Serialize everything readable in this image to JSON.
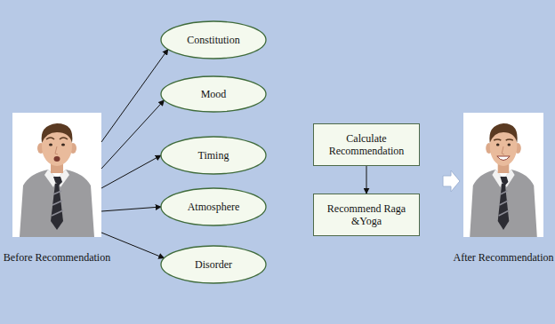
{
  "diagram": {
    "nodes": [
      {
        "text": [
          "Before Recommendation"
        ]
      },
      {
        "text": [
          "Constitution"
        ]
      },
      {
        "text": [
          "Mood"
        ]
      },
      {
        "text": [
          "Timing"
        ]
      },
      {
        "text": [
          "Atmosphere"
        ]
      },
      {
        "text": [
          "Disorder"
        ]
      },
      {
        "text": [
          "Calculate Recommendation"
        ]
      },
      {
        "text": [
          "Recommend Raga &Yoga"
        ]
      },
      {
        "text": [
          "After Recommendation"
        ]
      }
    ],
    "edges": [
      {
        "from": 0,
        "to": 1,
        "arrow": "to"
      },
      {
        "from": 0,
        "to": 2,
        "arrow": "to"
      },
      {
        "from": 0,
        "to": 3,
        "arrow": "to"
      },
      {
        "from": 0,
        "to": 4,
        "arrow": "to"
      },
      {
        "from": 0,
        "to": 5,
        "arrow": "to"
      },
      {
        "from": 6,
        "to": 7,
        "arrow": "to"
      },
      {
        "from": 7,
        "to": 8,
        "arrow": "to"
      }
    ]
  }
}
